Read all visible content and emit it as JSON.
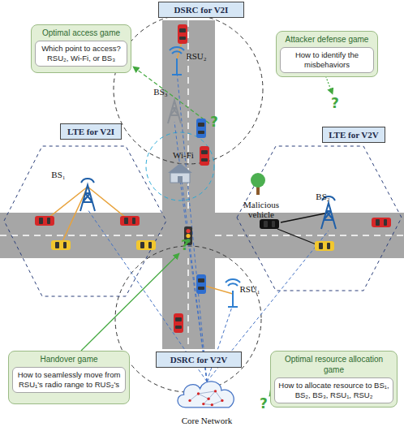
{
  "diagram": {
    "nodes": [
      {
        "text": [
          "DSRC for V2I"
        ]
      },
      {
        "text": [
          "Optimal access game",
          "Which point to access? RSU₂, Wi-Fi, or BS₃"
        ]
      },
      {
        "text": [
          "Attacker defense game",
          "How to identify the misbehaviors"
        ]
      },
      {
        "text": [
          "LTE for V2I"
        ]
      },
      {
        "text": [
          "LTE for V2V"
        ]
      },
      {
        "text": [
          "DSRC for V2V"
        ]
      },
      {
        "text": [
          "Handover game",
          "How to seamlessly move from RSU₁'s radio range to RUS₂'s"
        ]
      },
      {
        "text": [
          "Optimal resource allocation game",
          "How to allocate resource to BS₁, BS₂, BS₃, RSU₁, RSU₂"
        ]
      },
      {
        "text": [
          "Core Network"
        ]
      }
    ],
    "labels": [
      "RSU₂",
      "?",
      "BS₃",
      "?",
      "Wi-Fi",
      "BS₁",
      "BS₂",
      "Malicious vehicle",
      "?",
      "RSU₁",
      "?"
    ]
  }
}
